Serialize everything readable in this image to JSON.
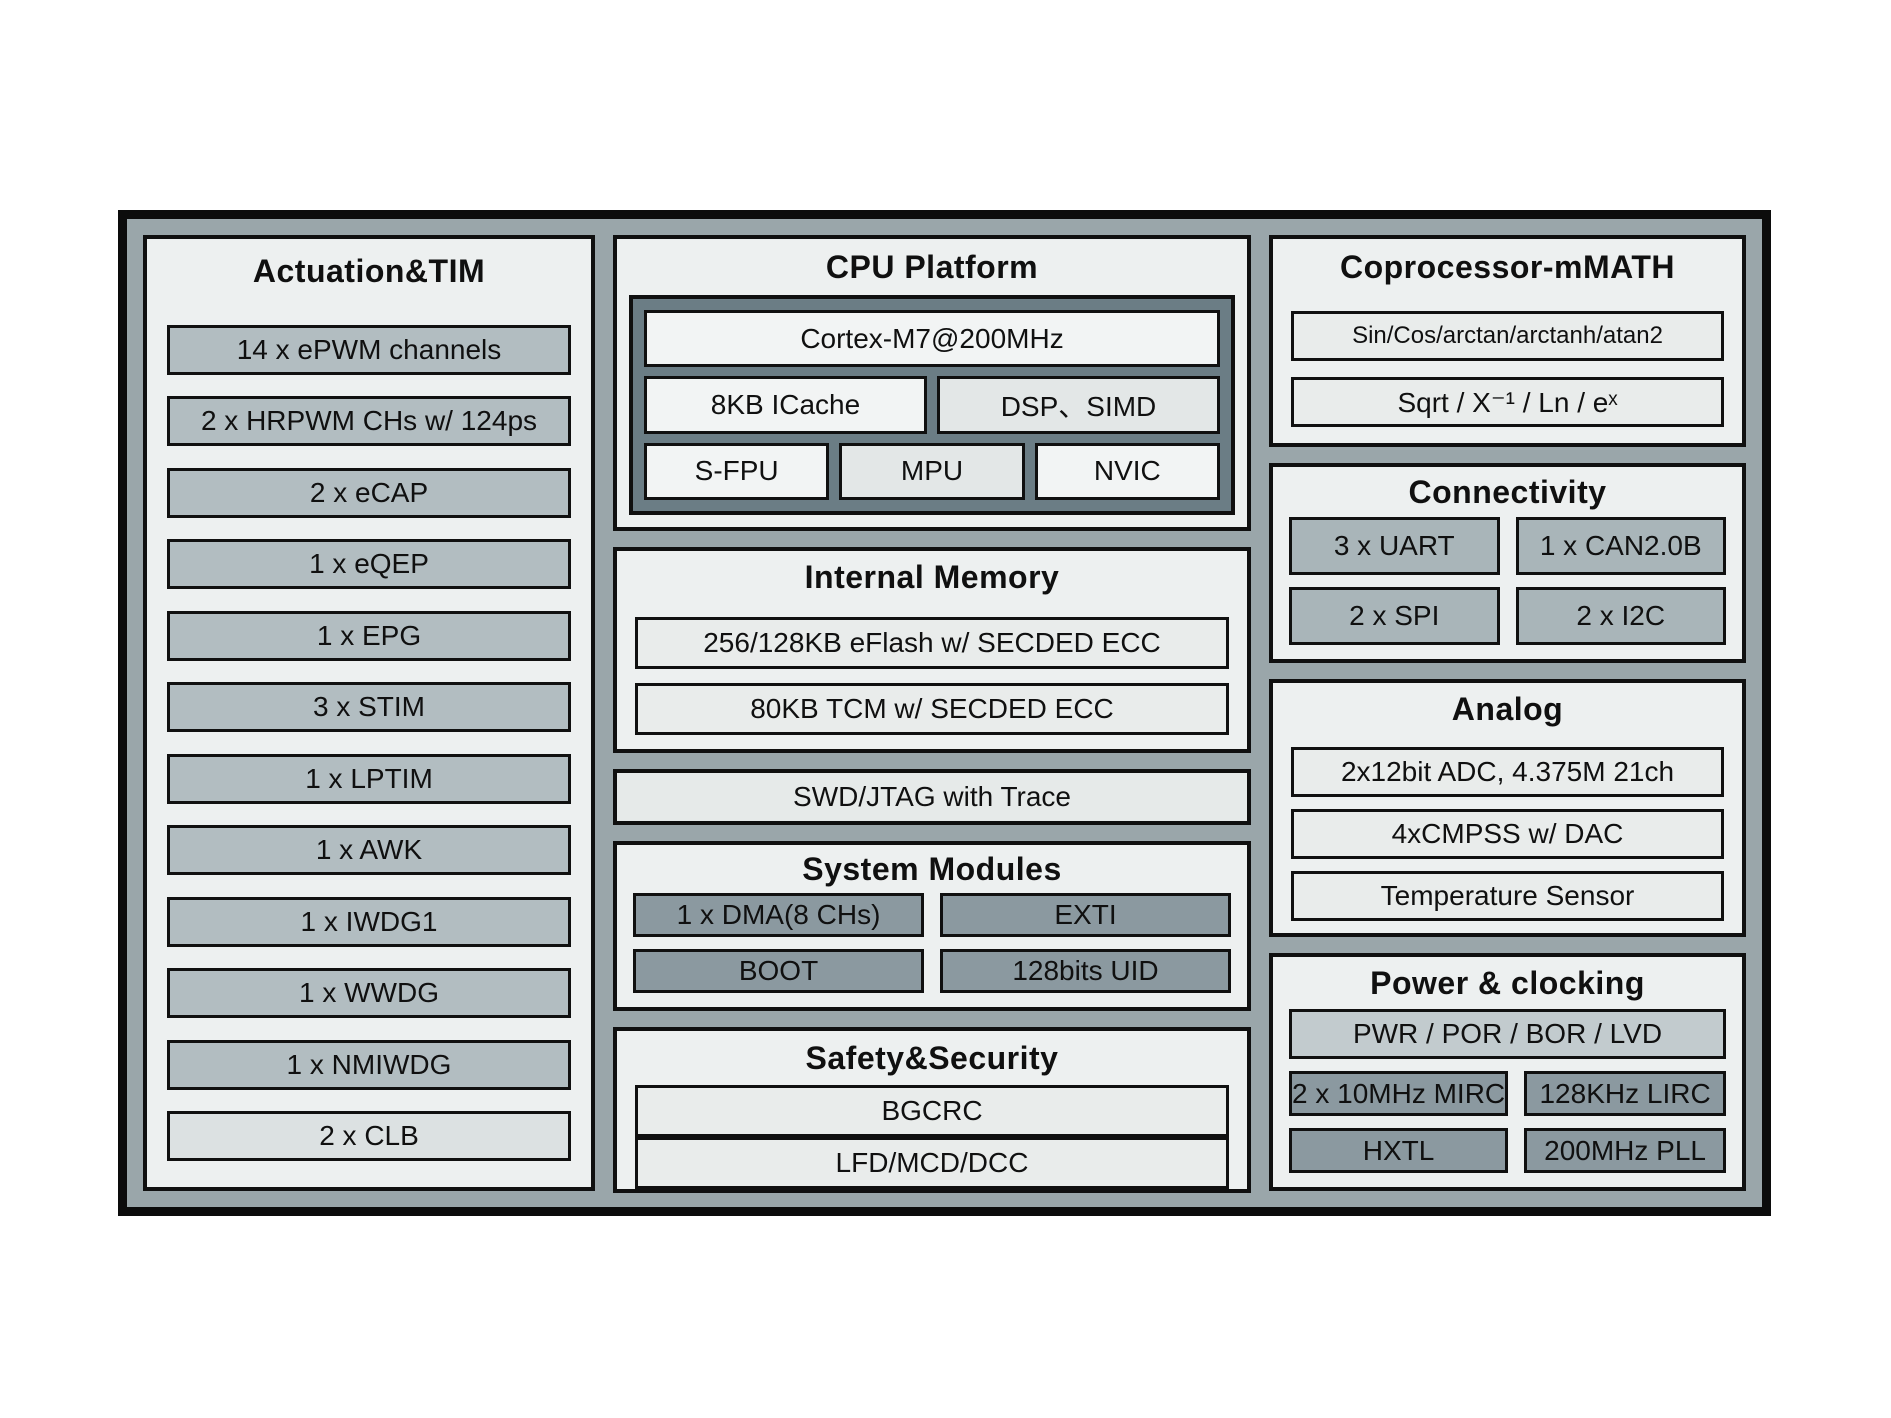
{
  "actuation": {
    "title": "Actuation&TIM",
    "rows": [
      "14 x ePWM channels",
      "2 x HRPWM CHs w/ 124ps",
      "2 x eCAP",
      "1 x eQEP",
      "1 x EPG",
      "3 x STIM",
      "1 x LPTIM",
      "1 x AWK",
      "1 x IWDG1",
      "1 x WWDG",
      "1 x NMIWDG",
      "2 x CLB"
    ]
  },
  "cpu": {
    "title": "CPU Platform",
    "core": "Cortex-M7@200MHz",
    "row2": [
      "8KB ICache",
      "DSP、SIMD"
    ],
    "row3": [
      "S-FPU",
      "MPU",
      "NVIC"
    ]
  },
  "memory": {
    "title": "Internal Memory",
    "rows": [
      "256/128KB eFlash w/ SECDED ECC",
      "80KB TCM w/ SECDED ECC"
    ]
  },
  "debug": {
    "label": "SWD/JTAG with Trace"
  },
  "system": {
    "title": "System Modules",
    "cells": [
      "1 x DMA(8 CHs)",
      "EXTI",
      "BOOT",
      "128bits UID"
    ]
  },
  "safety": {
    "title": "Safety&Security",
    "rows": [
      "BGCRC",
      "LFD/MCD/DCC"
    ]
  },
  "math": {
    "title": "Coprocessor-mMATH",
    "rows": [
      "Sin/Cos/arctan/arctanh/atan2",
      "Sqrt / X⁻¹ / Ln / eˣ"
    ]
  },
  "connectivity": {
    "title": "Connectivity",
    "cells": [
      "3 x UART",
      "1 x CAN2.0B",
      "2 x SPI",
      "2 x I2C"
    ]
  },
  "analog": {
    "title": "Analog",
    "rows": [
      "2x12bit ADC, 4.375M 21ch",
      "4xCMPSS w/ DAC",
      "Temperature Sensor"
    ]
  },
  "power": {
    "title": "Power & clocking",
    "full_row": "PWR / POR / BOR / LVD",
    "cells": [
      "2 x 10MHz MIRC",
      "128KHz LIRC",
      "HXTL",
      "200MHz PLL"
    ]
  },
  "colors": {
    "frame_fill": "#9aa6aa",
    "panel_fill": "#edf0f0",
    "row_gray": "#b2bdc1",
    "dark_cell": "#8b99a0",
    "connectivity_cell": "#a9b5b9",
    "cpu_container": "#6b7d85",
    "light_box": "#e9eceb",
    "border_black": "#0c0c0c"
  }
}
